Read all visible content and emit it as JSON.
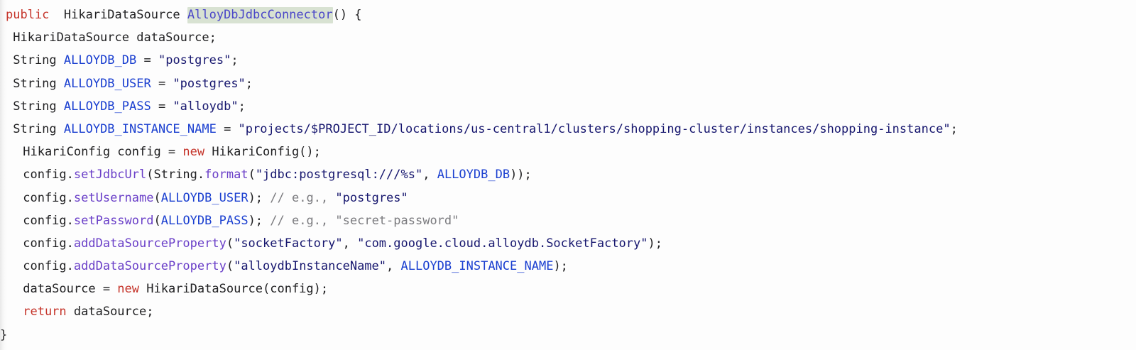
{
  "editor": {
    "language": "java",
    "background_color": "#fdfdfd",
    "highlight_color": "#d8e2d2",
    "colors": {
      "keyword": "#c5342a",
      "identifier": "#1a3fd0",
      "method": "#6a3fc8",
      "string": "#16166e",
      "comment": "#7b7b7f",
      "plain": "#202022"
    }
  },
  "code": {
    "lines": [
      {
        "indent": 1,
        "tokens": [
          {
            "type": "kw",
            "text": "public"
          },
          {
            "type": "plain",
            "text": "  HikariDataSource "
          },
          {
            "type": "hl",
            "text": "AlloyDbJdbcConnector"
          },
          {
            "type": "plain",
            "text": "() {"
          }
        ]
      },
      {
        "indent": 1,
        "tokens": [
          {
            "type": "plain",
            "text": " HikariDataSource dataSource;"
          }
        ]
      },
      {
        "indent": 1,
        "tokens": [
          {
            "type": "plain",
            "text": " String "
          },
          {
            "type": "ident",
            "text": "ALLOYDB_DB"
          },
          {
            "type": "plain",
            "text": " = "
          },
          {
            "type": "string",
            "text": "\"postgres\""
          },
          {
            "type": "plain",
            "text": ";"
          }
        ]
      },
      {
        "indent": 1,
        "tokens": [
          {
            "type": "plain",
            "text": " String "
          },
          {
            "type": "ident",
            "text": "ALLOYDB_USER"
          },
          {
            "type": "plain",
            "text": " = "
          },
          {
            "type": "string",
            "text": "\"postgres\""
          },
          {
            "type": "plain",
            "text": ";"
          }
        ]
      },
      {
        "indent": 1,
        "tokens": [
          {
            "type": "plain",
            "text": " String "
          },
          {
            "type": "ident",
            "text": "ALLOYDB_PASS"
          },
          {
            "type": "plain",
            "text": " = "
          },
          {
            "type": "string",
            "text": "\"alloydb\""
          },
          {
            "type": "plain",
            "text": ";"
          }
        ]
      },
      {
        "indent": 1,
        "tokens": [
          {
            "type": "plain",
            "text": " String "
          },
          {
            "type": "ident",
            "text": "ALLOYDB_INSTANCE_NAME"
          },
          {
            "type": "plain",
            "text": " = "
          },
          {
            "type": "string",
            "text": "\"projects/$PROJECT_ID/locations/us-central1/clusters/shopping-cluster/instances/shopping-instance\""
          },
          {
            "type": "plain",
            "text": ";"
          }
        ]
      },
      {
        "indent": 2,
        "tokens": [
          {
            "type": "plain",
            "text": " HikariConfig config = "
          },
          {
            "type": "kw",
            "text": "new"
          },
          {
            "type": "plain",
            "text": " HikariConfig();"
          }
        ]
      },
      {
        "indent": 2,
        "tokens": [
          {
            "type": "plain",
            "text": " config."
          },
          {
            "type": "method",
            "text": "setJdbcUrl"
          },
          {
            "type": "plain",
            "text": "(String."
          },
          {
            "type": "method",
            "text": "format"
          },
          {
            "type": "plain",
            "text": "("
          },
          {
            "type": "string",
            "text": "\"jdbc:postgresql:///%s\""
          },
          {
            "type": "plain",
            "text": ", "
          },
          {
            "type": "ident",
            "text": "ALLOYDB_DB"
          },
          {
            "type": "plain",
            "text": "));"
          }
        ]
      },
      {
        "indent": 2,
        "tokens": [
          {
            "type": "plain",
            "text": " config."
          },
          {
            "type": "method",
            "text": "setUsername"
          },
          {
            "type": "plain",
            "text": "("
          },
          {
            "type": "ident",
            "text": "ALLOYDB_USER"
          },
          {
            "type": "plain",
            "text": "); "
          },
          {
            "type": "comment",
            "text": "// e.g., "
          },
          {
            "type": "string",
            "text": "\"postgres\""
          }
        ]
      },
      {
        "indent": 2,
        "tokens": [
          {
            "type": "plain",
            "text": " config."
          },
          {
            "type": "method",
            "text": "setPassword"
          },
          {
            "type": "plain",
            "text": "("
          },
          {
            "type": "ident",
            "text": "ALLOYDB_PASS"
          },
          {
            "type": "plain",
            "text": "); "
          },
          {
            "type": "comment",
            "text": "// e.g., \"secret-password\""
          }
        ]
      },
      {
        "indent": 2,
        "tokens": [
          {
            "type": "plain",
            "text": " config."
          },
          {
            "type": "method",
            "text": "addDataSourceProperty"
          },
          {
            "type": "plain",
            "text": "("
          },
          {
            "type": "string",
            "text": "\"socketFactory\""
          },
          {
            "type": "plain",
            "text": ", "
          },
          {
            "type": "string",
            "text": "\"com.google.cloud.alloydb.SocketFactory\""
          },
          {
            "type": "plain",
            "text": ");"
          }
        ]
      },
      {
        "indent": 2,
        "tokens": [
          {
            "type": "plain",
            "text": " config."
          },
          {
            "type": "method",
            "text": "addDataSourceProperty"
          },
          {
            "type": "plain",
            "text": "("
          },
          {
            "type": "string",
            "text": "\"alloydbInstanceName\""
          },
          {
            "type": "plain",
            "text": ", "
          },
          {
            "type": "ident",
            "text": "ALLOYDB_INSTANCE_NAME"
          },
          {
            "type": "plain",
            "text": ");"
          }
        ]
      },
      {
        "indent": 2,
        "tokens": [
          {
            "type": "plain",
            "text": " dataSource = "
          },
          {
            "type": "kw",
            "text": "new"
          },
          {
            "type": "plain",
            "text": " HikariDataSource(config);"
          }
        ]
      },
      {
        "indent": 2,
        "tokens": [
          {
            "type": "kw",
            "text": " return"
          },
          {
            "type": "plain",
            "text": " dataSource;"
          }
        ]
      },
      {
        "indent": 0,
        "tokens": [
          {
            "type": "plain",
            "text": "}"
          }
        ]
      }
    ]
  }
}
